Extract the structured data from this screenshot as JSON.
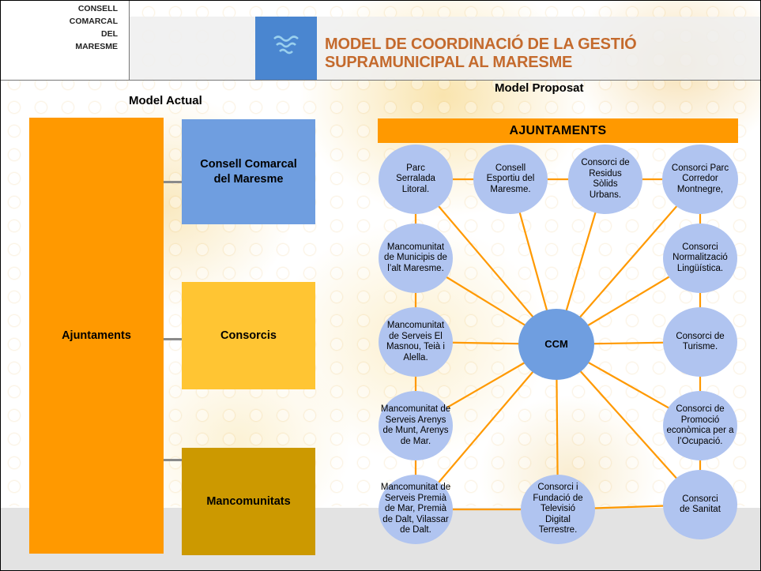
{
  "header": {
    "logo_lines": [
      "CONSELL",
      "COMARCAL",
      "DEL",
      "MARESME"
    ],
    "title_lines": [
      "MODEL DE COORDINACIÓ DE LA GESTIÓ",
      "SUPRAMUNICIPAL AL MARESME"
    ]
  },
  "model_actual": {
    "label": "Model Actual",
    "ajuntaments": "Ajuntaments",
    "consell": "Consell Comarcal del Maresme",
    "consorcis": "Consorcis",
    "mancomunitats": "Mancomunitats"
  },
  "model_proposat": {
    "label": "Model Proposat",
    "ajuntaments_bar": "AJUNTAMENTS",
    "center": "CCM",
    "nodes": {
      "parc_serralada": [
        "Parc",
        "Serralada",
        "Litoral."
      ],
      "consell_esportiu": [
        "Consell",
        "Esportiu del",
        "Maresme."
      ],
      "consorci_residus": [
        "Consorci de",
        "Residus",
        "Sòlids",
        "Urbans."
      ],
      "consorci_parc_corredor": [
        "Consorci Parc",
        "Corredor",
        "Montnegre,"
      ],
      "mancom_alt_maresme": [
        "Mancomunitat",
        "de Municipis de",
        "l’alt Maresme."
      ],
      "consorci_normalitzacio": [
        "Consorci",
        "Normalització",
        "Lingüística."
      ],
      "mancom_masnou": [
        "Mancomunitat",
        "de Serveis El",
        "Masnou, Teià i",
        "Alella."
      ],
      "consorci_turisme": [
        "Consorci de",
        "Turisme."
      ],
      "mancom_arenys": [
        "Mancomunitat de",
        "Serveis Arenys",
        "de Munt, Arenys",
        "de Mar."
      ],
      "consorci_promocio": [
        "Consorci de",
        "Promoció",
        "econòmica per a",
        "l’Ocupació."
      ],
      "mancom_premia": [
        "Mancomunitat de",
        "Serveis Premià",
        "de Mar, Premià",
        "de Dalt, Vilassar",
        "de Dalt."
      ],
      "consorci_tv": [
        "Consorci i",
        "Fundació de",
        "Televisió",
        "Digital",
        "Terrestre."
      ],
      "consorci_sanitat": [
        "Consorci",
        "de Sanitat"
      ]
    }
  },
  "colors": {
    "orange": "#ff9900",
    "blue": "#6f9ee0",
    "light_blue_node": "#b0c4f0",
    "yellow": "#ffc533",
    "mustard": "#cc9900",
    "title": "#c46a2d"
  }
}
